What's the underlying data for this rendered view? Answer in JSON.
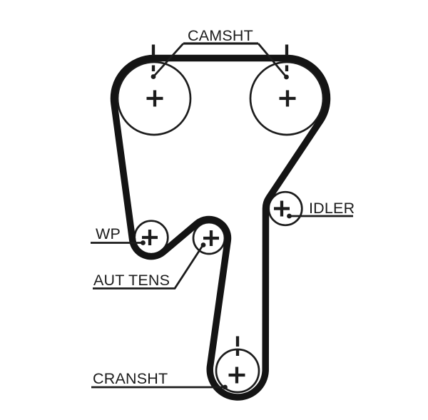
{
  "diagram": {
    "type": "timing-belt-routing",
    "labels": {
      "camshaft": "CAMSHT",
      "water_pump": "WP",
      "auto_tensioner": "AUT TENS",
      "idler": "IDLER",
      "crankshaft": "CRANSHT"
    },
    "colors": {
      "background": "#ffffff",
      "line": "#1c1c1c",
      "belt": "#141414"
    }
  }
}
